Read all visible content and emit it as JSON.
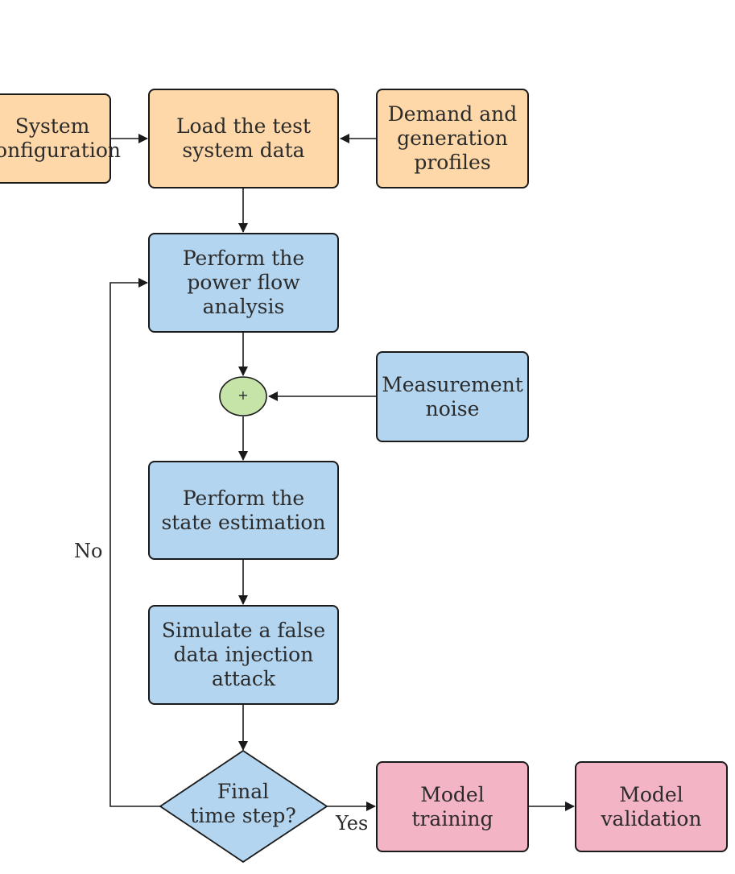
{
  "nodes": {
    "system_configuration": "System configuration",
    "load_test_system": "Load the test system data",
    "demand_generation": "Demand and generation profiles",
    "power_flow": "Perform the power flow analysis",
    "summing_junction": "+",
    "measurement_noise": "Measurement noise",
    "state_estimation": "Perform the state estimation",
    "fdi_attack": "Simulate a false data injection attack",
    "decision_line1": "Final",
    "decision_line2": "time step?",
    "model_training": "Model training",
    "model_validation": "Model validation"
  },
  "edges": {
    "no_label": "No",
    "yes_label": "Yes"
  },
  "colors": {
    "input_box": "#fed8a8",
    "process_box": "#b3d5f0",
    "output_box": "#f3b4c6",
    "summing_junction": "#c6e3a8",
    "stroke": "#1a1a1a"
  }
}
